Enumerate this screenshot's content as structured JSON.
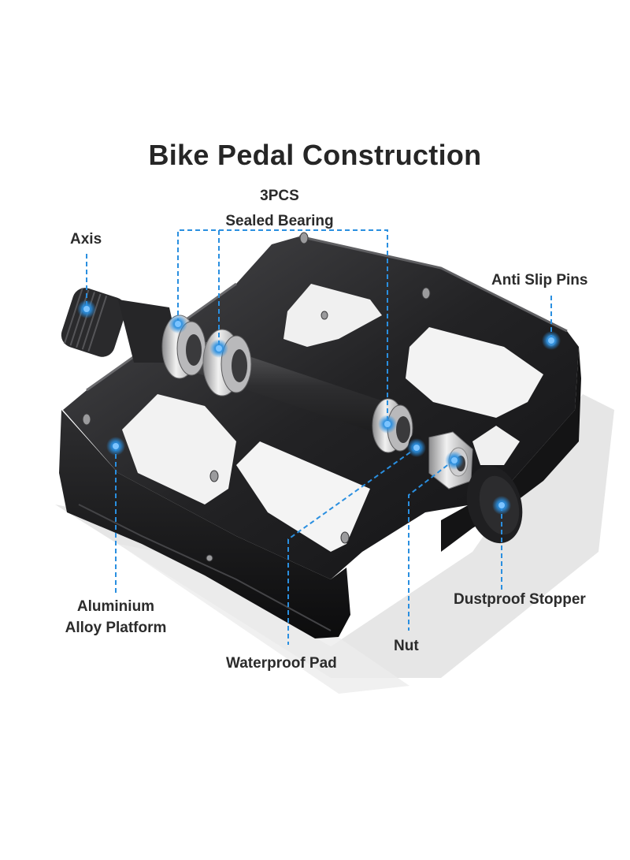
{
  "title": "Bike Pedal Construction",
  "accent_color": "#2a8fe0",
  "callouts": {
    "bearing": {
      "line1": "3PCS",
      "line2": "Sealed Bearing"
    },
    "axis": {
      "label": "Axis"
    },
    "anti_slip_pins": {
      "label": "Anti Slip Pins"
    },
    "platform": {
      "line1": "Aluminium",
      "line2": "Alloy Platform"
    },
    "dustproof_stopper": {
      "label": "Dustproof Stopper"
    },
    "nut": {
      "label": "Nut"
    },
    "waterproof_pad": {
      "label": "Waterproof Pad"
    }
  }
}
